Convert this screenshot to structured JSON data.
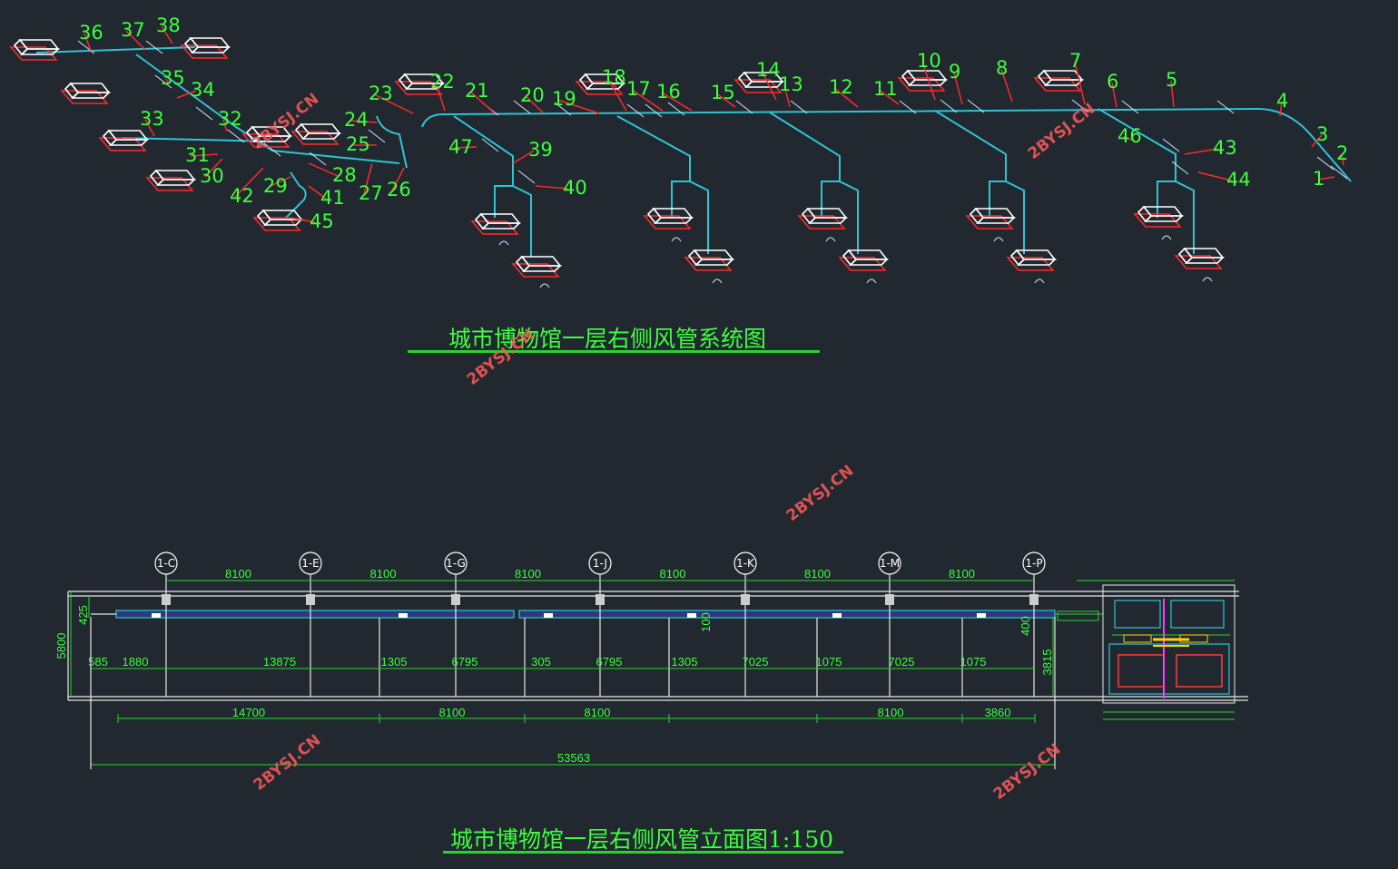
{
  "titles": {
    "system": "城市博物馆一层右侧风管系统图",
    "elevation": "城市博物馆一层右侧风管立面图1:150"
  },
  "watermark": "2BYSJ.CN",
  "labels": [
    "1",
    "2",
    "3",
    "4",
    "5",
    "6",
    "7",
    "8",
    "9",
    "10",
    "11",
    "12",
    "13",
    "14",
    "15",
    "16",
    "17",
    "18",
    "19",
    "20",
    "21",
    "22",
    "23",
    "24",
    "25",
    "26",
    "27",
    "28",
    "29",
    "30",
    "31",
    "32",
    "33",
    "34",
    "35",
    "36",
    "37",
    "38",
    "39",
    "40",
    "41",
    "42",
    "43",
    "44",
    "45",
    "46",
    "47"
  ],
  "axes": [
    "1-C",
    "1-E",
    "1-G",
    "1-J",
    "1-K",
    "1-M",
    "1-P"
  ],
  "dimensions": {
    "axis_spacing": [
      "8100",
      "8100",
      "8100",
      "8100",
      "8100",
      "8100"
    ],
    "level": [
      "585",
      "1880",
      "13875",
      "1305",
      "6795",
      "305",
      "6795",
      "1305",
      "7025",
      "1075",
      "7025",
      "1075"
    ],
    "bottom_row": [
      "14700",
      "8100",
      "8100",
      "8100",
      "3860"
    ],
    "total": "53563",
    "height": "5800",
    "duct_offset": "425",
    "vertical": [
      "3815",
      "400",
      "100"
    ]
  },
  "colors": {
    "background": "#212830",
    "duct": "#2ec4d4",
    "label": "#3dff3d",
    "leader": "#ff2a2a",
    "equipment": "#ffffff"
  }
}
